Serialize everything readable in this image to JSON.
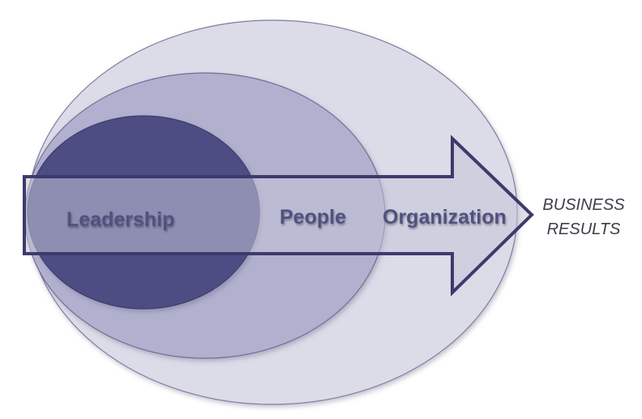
{
  "stages": {
    "leadership": "Leadership",
    "people": "People",
    "organization": "Organization"
  },
  "outcome": {
    "line1": "BUSINESS",
    "line2": "RESULTS"
  },
  "colors": {
    "outer_ellipse": "#dcdbe8",
    "middle_ellipse": "#b1b0cf",
    "inner_ellipse": "#4e4e84",
    "arrow_fill": "#c4c4d9",
    "arrow_stroke": "#3d3a6c",
    "label_color": "#4f5180",
    "outcome_text": "#3e3e48"
  }
}
